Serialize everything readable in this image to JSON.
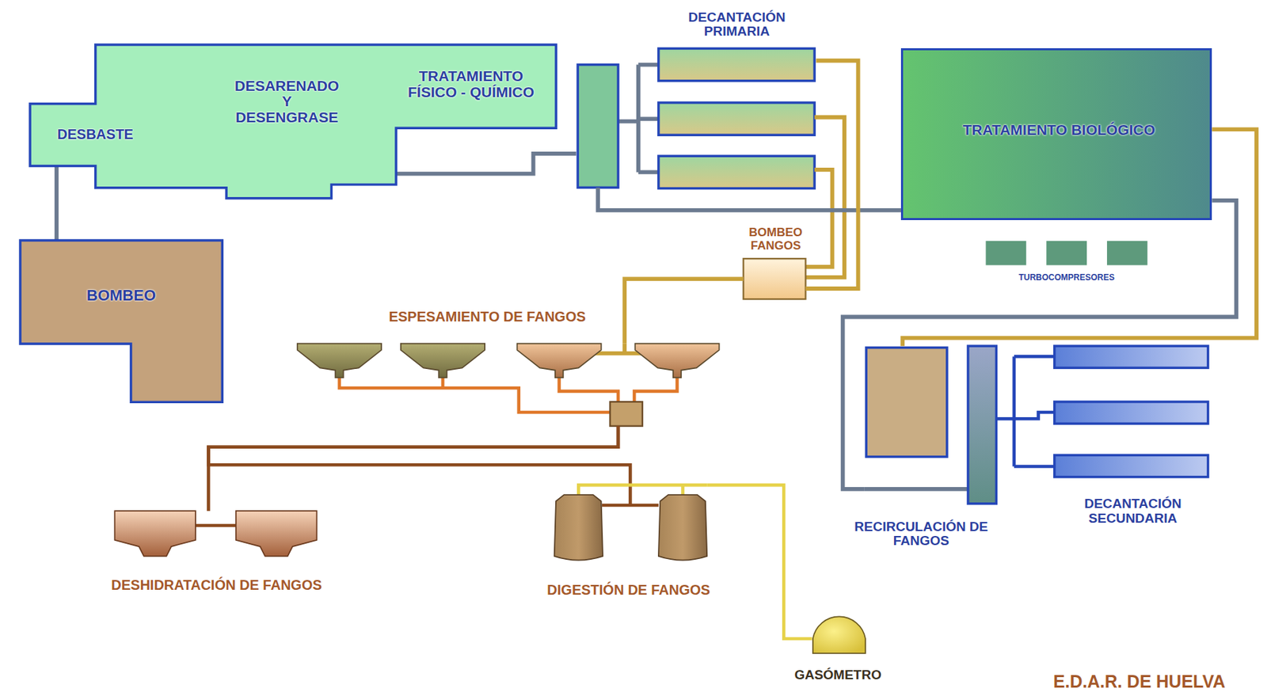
{
  "diagram": {
    "title": "E.D.A.R. DE HUELVA",
    "nodes": [
      {
        "text": [
          "BOMBEO"
        ]
      },
      {
        "text": [
          "DESBASTE",
          "DESARENADO Y DESENGRASE",
          "TRATAMIENTO FÍSICO - QUÍMICO"
        ]
      },
      {
        "text": [
          "DECANTACIÓN PRIMARIA"
        ]
      },
      {
        "text": [
          "TRATAMIENTO BIOLÓGICO"
        ]
      },
      {
        "text": [
          "TURBOCOMPRESORES"
        ]
      },
      {
        "text": [
          "BOMBEO FANGOS"
        ]
      },
      {
        "text": [
          "ESPESAMIENTO DE FANGOS"
        ]
      },
      {
        "text": [
          "DESHIDRATACIÓN DE FANGOS"
        ]
      },
      {
        "text": [
          "DIGESTIÓN DE FANGOS"
        ]
      },
      {
        "text": [
          "GASÓMETRO"
        ]
      },
      {
        "text": [
          "RECIRCULACIÓN DE FANGOS"
        ]
      },
      {
        "text": [
          "DECANTACIÓN SECUNDARIA"
        ]
      }
    ],
    "edges": [
      {
        "from": 0,
        "to": 1,
        "arrow": "none"
      },
      {
        "from": 1,
        "to": 2,
        "arrow": "none"
      },
      {
        "from": 2,
        "to": 3,
        "arrow": "none"
      },
      {
        "from": 2,
        "to": 5,
        "arrow": "none"
      },
      {
        "from": 3,
        "to": 10,
        "arrow": "none"
      },
      {
        "from": 3,
        "to": 10,
        "arrow": "none"
      },
      {
        "from": 10,
        "to": 11,
        "arrow": "none"
      },
      {
        "from": 5,
        "to": 6,
        "arrow": "none"
      },
      {
        "from": 6,
        "to": 7,
        "arrow": "none"
      },
      {
        "from": 6,
        "to": 8,
        "arrow": "none"
      },
      {
        "from": 8,
        "to": 9,
        "arrow": "none"
      }
    ]
  }
}
